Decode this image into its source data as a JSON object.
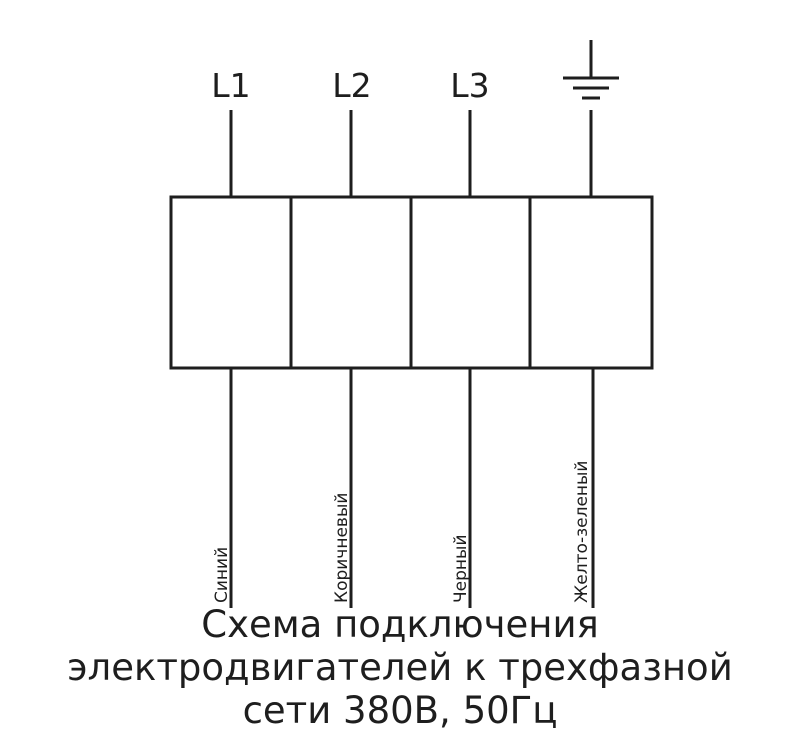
{
  "diagram": {
    "terminals": [
      {
        "label": "L1",
        "wire_color_name": "Синий"
      },
      {
        "label": "L2",
        "wire_color_name": "Коричневый"
      },
      {
        "label": "L3",
        "wire_color_name": "Черный"
      },
      {
        "label": "",
        "wire_color_name": "Желто-зеленый",
        "symbol": "ground-icon"
      }
    ],
    "caption_lines": [
      "Схема подключения",
      "электродвигателей к трехфазной",
      "сети 380В, 50Гц"
    ],
    "colors": {
      "line": "#1e1e1e",
      "background": "#ffffff"
    }
  }
}
